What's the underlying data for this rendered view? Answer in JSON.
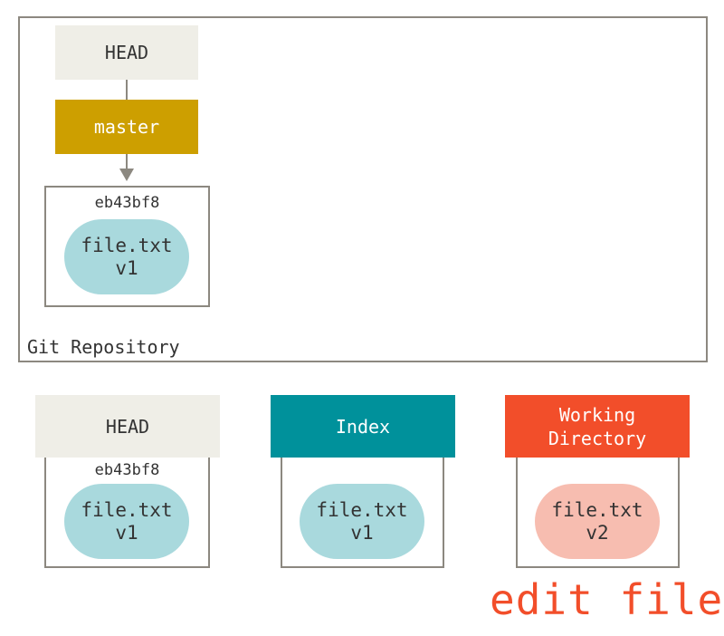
{
  "repository": {
    "label": "Git Repository",
    "head_label": "HEAD",
    "branch_label": "master",
    "commit": {
      "hash": "eb43bf8",
      "file_name": "file.txt",
      "file_version": "v1"
    }
  },
  "trees": {
    "head": {
      "label": "HEAD",
      "hash": "eb43bf8",
      "file_name": "file.txt",
      "file_version": "v1"
    },
    "index": {
      "label": "Index",
      "file_name": "file.txt",
      "file_version": "v1"
    },
    "working_directory": {
      "label_line1": "Working",
      "label_line2": "Directory",
      "file_name": "file.txt",
      "file_version": "v2"
    }
  },
  "action_label": "edit file",
  "colors": {
    "head": "#efeee7",
    "branch": "#cd9f00",
    "index": "#00919b",
    "working_directory": "#f24e2a",
    "blob_unchanged": "#a9d9dd",
    "blob_modified": "#f7bdb0",
    "frame": "#8c8880"
  }
}
